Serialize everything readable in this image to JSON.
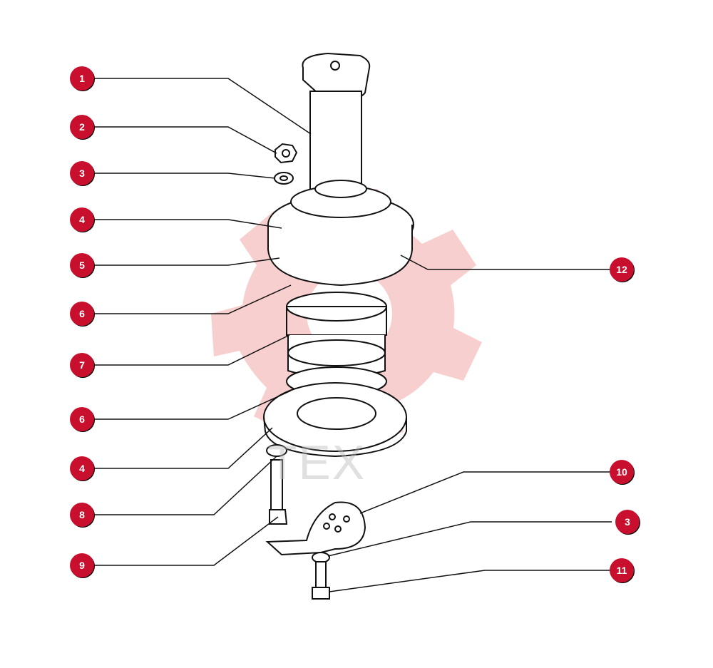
{
  "watermark": {
    "text": "TEX",
    "gear_color": "#f2a8a8"
  },
  "callouts": [
    {
      "id": "c1",
      "label": "1"
    },
    {
      "id": "c2",
      "label": "2"
    },
    {
      "id": "c3a",
      "label": "3"
    },
    {
      "id": "c4a",
      "label": "4"
    },
    {
      "id": "c5",
      "label": "5"
    },
    {
      "id": "c6a",
      "label": "6"
    },
    {
      "id": "c7",
      "label": "7"
    },
    {
      "id": "c6b",
      "label": "6"
    },
    {
      "id": "c4b",
      "label": "4"
    },
    {
      "id": "c8",
      "label": "8"
    },
    {
      "id": "c9",
      "label": "9"
    },
    {
      "id": "c12",
      "label": "12"
    },
    {
      "id": "c10",
      "label": "10"
    },
    {
      "id": "c3b",
      "label": "3"
    },
    {
      "id": "c11",
      "label": "11"
    }
  ],
  "colors": {
    "callout": "#c8102e",
    "line": "#111111"
  }
}
